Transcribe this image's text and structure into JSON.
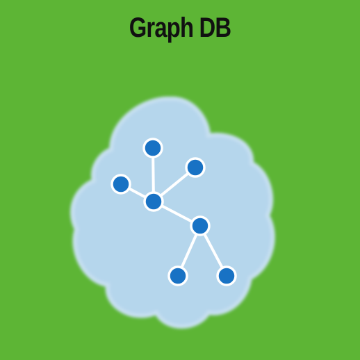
{
  "title": "Graph DB",
  "colors": {
    "background": "#5db535",
    "cloud": "#b5d6ec",
    "cloud_edge": "#c7e0f1",
    "node_fill": "#1872c4",
    "node_stroke": "#ffffff",
    "edge": "#ffffff",
    "title_text": "#111111"
  },
  "graph": {
    "nodes": [
      "n-top",
      "n-upper-right",
      "n-left",
      "n-center",
      "n-mid-right",
      "n-bottom-left",
      "n-bottom-right"
    ],
    "edges": [
      [
        "n-top",
        "n-center"
      ],
      [
        "n-upper-right",
        "n-center"
      ],
      [
        "n-left",
        "n-center"
      ],
      [
        "n-center",
        "n-mid-right"
      ],
      [
        "n-mid-right",
        "n-bottom-left"
      ],
      [
        "n-mid-right",
        "n-bottom-right"
      ]
    ]
  }
}
